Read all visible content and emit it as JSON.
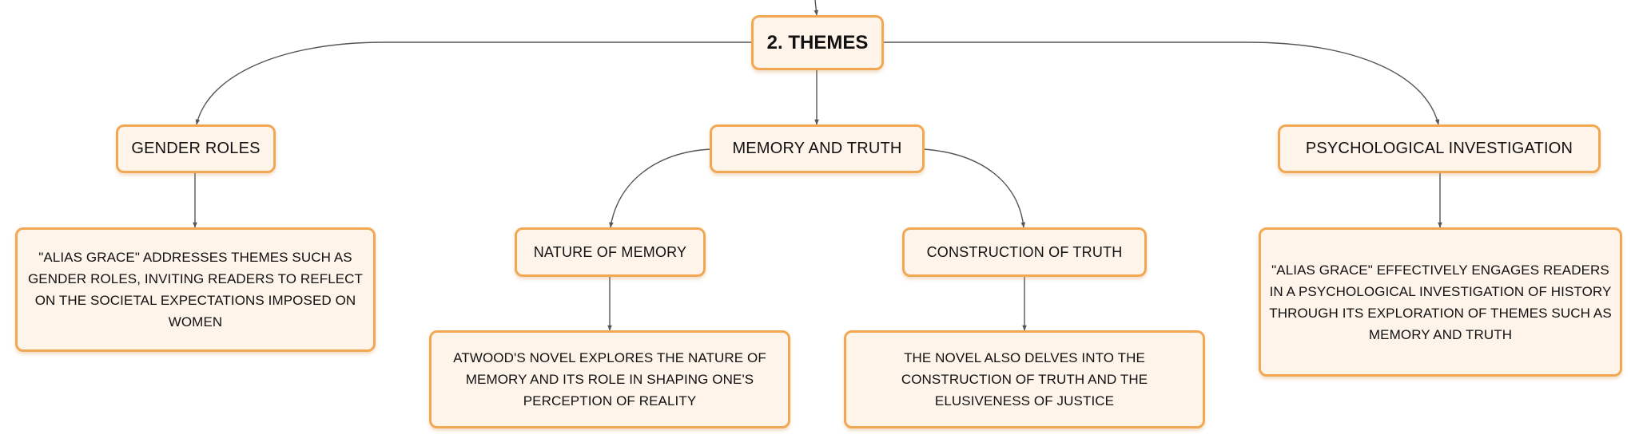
{
  "colors": {
    "node_fill": "#fef4ea",
    "node_border": "#f2a852",
    "connector": "#555555",
    "text": "#111111"
  },
  "root": {
    "label": "2. THEMES"
  },
  "branches": [
    {
      "label": "GENDER ROLES",
      "detail": "\"ALIAS GRACE\" ADDRESSES THEMES SUCH AS GENDER ROLES, INVITING READERS TO REFLECT ON THE SOCIETAL EXPECTATIONS IMPOSED ON WOMEN"
    },
    {
      "label": "MEMORY AND TRUTH",
      "children": [
        {
          "label": "NATURE OF MEMORY",
          "detail": "ATWOOD'S NOVEL EXPLORES THE NATURE OF MEMORY AND ITS ROLE IN SHAPING ONE'S PERCEPTION OF REALITY"
        },
        {
          "label": "CONSTRUCTION OF TRUTH",
          "detail": "THE NOVEL ALSO DELVES INTO THE CONSTRUCTION OF TRUTH AND THE ELUSIVENESS OF JUSTICE"
        }
      ]
    },
    {
      "label": "PSYCHOLOGICAL INVESTIGATION",
      "detail": "\"ALIAS GRACE\" EFFECTIVELY ENGAGES READERS IN A PSYCHOLOGICAL INVESTIGATION OF HISTORY THROUGH ITS EXPLORATION OF THEMES SUCH AS MEMORY AND TRUTH"
    }
  ]
}
